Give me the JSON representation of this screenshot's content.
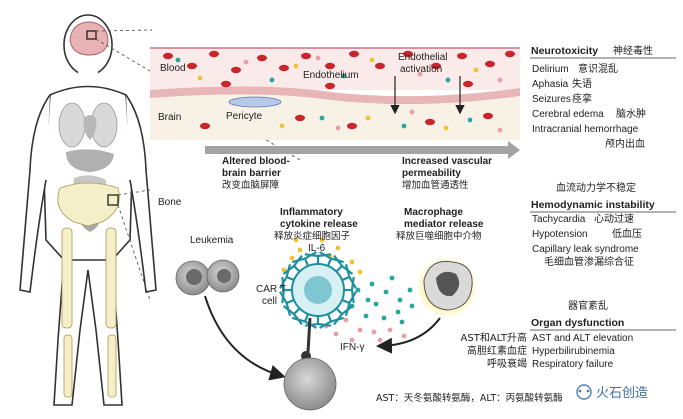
{
  "labels": {
    "blood": "Blood",
    "endothelium": "Endothelium",
    "endothelial_activation_1": "Endothelial",
    "endothelial_activation_2": "activation",
    "brain": "Brain",
    "pericyte": "Pericyte",
    "altered_bbb_1": "Altered blood-",
    "altered_bbb_2": "brain barrier",
    "altered_bbb_cn": "改变血脑屏障",
    "increased_perm_1": "Increased vascular",
    "increased_perm_2": "permeability",
    "increased_perm_cn": "增加血管通透性",
    "bone": "Bone",
    "leukemia": "Leukemia",
    "inflammatory_1": "Inflammatory",
    "inflammatory_2": "cytokine release",
    "inflammatory_cn": "释放炎症细胞因子",
    "il6": "IL-6",
    "macrophage_1": "Macrophage",
    "macrophage_2": "mediator release",
    "macrophage_cn": "释放巨噬细胞中介物",
    "cart_1": "CAR T",
    "cart_2": "cell",
    "ifn": "IFN-γ"
  },
  "neurotoxicity": {
    "title": "Neurotoxicity",
    "title_cn": "神经毒性",
    "items": [
      {
        "en": "Delirium",
        "cn": "意识混乱"
      },
      {
        "en": "Aphasia",
        "cn": "失语"
      },
      {
        "en": "Seizures",
        "cn": "痉挛"
      },
      {
        "en": "Cerebral edema",
        "cn": "脑水肿"
      },
      {
        "en": "Intracranial hemorrhage",
        "cn": ""
      }
    ],
    "extra_cn": "颅内出血"
  },
  "hemodynamic": {
    "header_cn": "血流动力学不稳定",
    "title": "Hemodynamic instability",
    "items": [
      {
        "en": "Tachycardia",
        "cn": "心动过速"
      },
      {
        "en": "Hypotension",
        "cn": "低血压"
      },
      {
        "en": "Capillary leak syndrome",
        "cn": ""
      }
    ],
    "extra_cn": "毛细血管渗漏综合征"
  },
  "organ": {
    "header_cn": "器官紊乱",
    "title": "Organ dysfunction",
    "items": [
      {
        "en": "AST and ALT elevation",
        "cn": "AST和ALT升高"
      },
      {
        "en": "Hyperbilirubinemia",
        "cn": "高胆红素血症"
      },
      {
        "en": "Respiratory failure",
        "cn": "呼吸衰竭"
      }
    ]
  },
  "footnote": "AST：天冬氨酸转氨酶，ALT：丙氨酸转氨酶",
  "watermark": "火石创造",
  "colors": {
    "red_cell": "#c8262c",
    "teal_dot": "#2aa79b",
    "yellow_dot": "#f1c232",
    "pink_dot": "#e8a0a8",
    "arrow": "#8a8a8a"
  }
}
